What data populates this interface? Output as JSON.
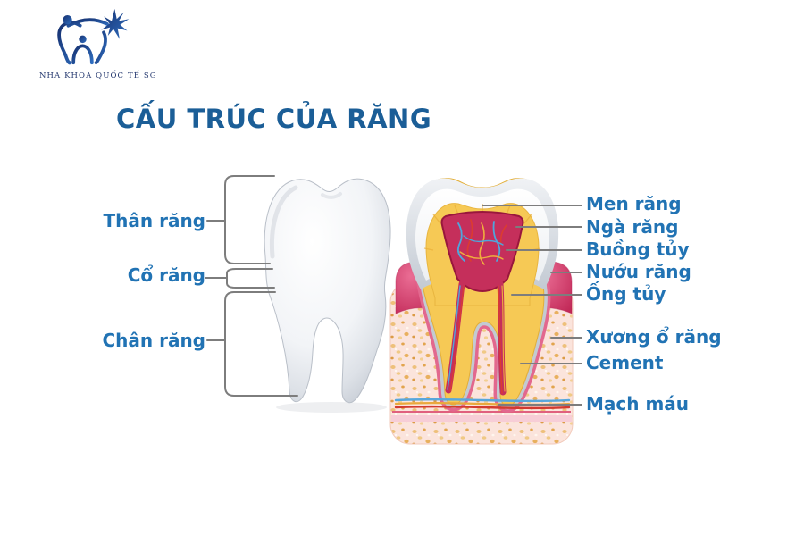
{
  "logo": {
    "brand": "NHA KHOA QUỐC TẾ SG",
    "icon": "tooth-with-people-and-starburst",
    "color": "#1c3f8f"
  },
  "title": {
    "text": "CẤU TRÚC CỦA RĂNG",
    "color": "#1b5e97"
  },
  "diagram": {
    "left_labels": [
      {
        "text": "Thân răng",
        "target": "crown"
      },
      {
        "text": "Cổ răng",
        "target": "neck"
      },
      {
        "text": "Chân răng",
        "target": "root"
      }
    ],
    "right_labels": [
      {
        "text": "Men răng"
      },
      {
        "text": "Ngà răng"
      },
      {
        "text": "Buồng tủy"
      },
      {
        "text": "Nướu răng"
      },
      {
        "text": "Ống tủy"
      },
      {
        "text": "Xương ổ răng"
      },
      {
        "text": "Cement"
      },
      {
        "text": "Mạch máu"
      }
    ],
    "colors": {
      "label_blue": "#2173b4",
      "leader_line_gray": "#7d7d7d",
      "enamel_silver": "#ccd2da",
      "dentin_yellow": "#f6c955",
      "pulp_red": "#c52f5b",
      "gum_pink": "#d8467b",
      "bone_pink": "#fbe4dc",
      "bone_speckle": "#e8b05e",
      "vessel_blue": "#57a7dc",
      "vessel_red": "#d23a30",
      "vessel_yellow": "#eaa93c"
    }
  }
}
